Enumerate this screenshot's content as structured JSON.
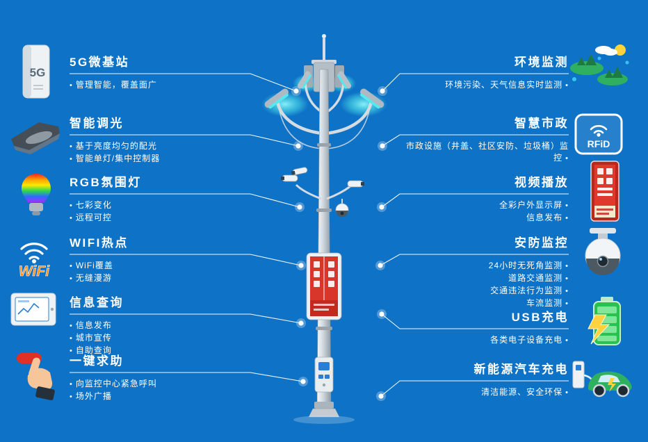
{
  "background_color": "#0e72c6",
  "line_color": "#ffffff",
  "lamp_glow_color": "#56e8ee",
  "banner_color": "#d8352b",
  "left_features": [
    {
      "title": "5G微基站",
      "icon": "5g-cabinet-icon",
      "bullets": [
        "管理智能，覆盖面广"
      ]
    },
    {
      "title": "智能调光",
      "icon": "street-lamp-icon",
      "bullets": [
        "基于亮度均匀的配光",
        "智能单灯/集中控制器"
      ]
    },
    {
      "title": "RGB氛围灯",
      "icon": "rgb-bulb-icon",
      "bullets": [
        "七彩变化",
        "远程可控"
      ]
    },
    {
      "title": "WIFI热点",
      "icon": "wifi-tower-icon",
      "bullets": [
        "WiFi覆盖",
        "无缝漫游"
      ]
    },
    {
      "title": "信息查询",
      "icon": "info-tablet-icon",
      "bullets": [
        "信息发布",
        "城市宣传",
        "自助查询"
      ]
    },
    {
      "title": "一键求助",
      "icon": "sos-hand-icon",
      "bullets": [
        "向监控中心紧急呼叫",
        "场外广播"
      ]
    }
  ],
  "right_features": [
    {
      "title": "环境监测",
      "icon": "environment-icon",
      "bullets": [
        "环境污染、天气信息实时监测"
      ]
    },
    {
      "title": "智慧市政",
      "icon": "rfid-icon",
      "bullets": [
        "市政设施（井盖、社区安防、垃圾桶）监控"
      ]
    },
    {
      "title": "视频播放",
      "icon": "ad-display-icon",
      "bullets": [
        "全彩户外显示屏",
        "信息发布"
      ]
    },
    {
      "title": "安防监控",
      "icon": "dome-camera-icon",
      "bullets": [
        "24小时无死角监测",
        "道路交通监测",
        "交通违法行为监测",
        "车流监测"
      ]
    },
    {
      "title": "USB充电",
      "icon": "battery-icon",
      "bullets": [
        "各类电子设备充电"
      ]
    },
    {
      "title": "新能源汽车充电",
      "icon": "ev-car-icon",
      "bullets": [
        "清洁能源、安全环保"
      ]
    }
  ],
  "icon_labels": {
    "five_g": "5G",
    "wifi": "WiFi",
    "rfid": "RFiD"
  }
}
